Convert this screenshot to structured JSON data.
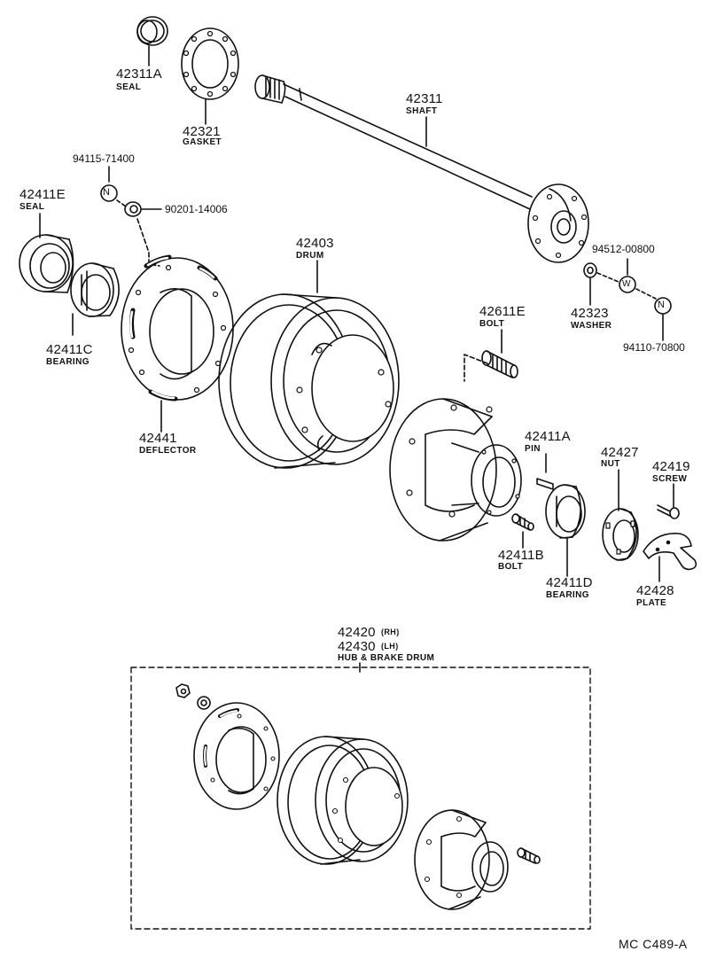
{
  "parts": {
    "seal_42311a": {
      "number": "42311A",
      "name": "SEAL"
    },
    "gasket_42321": {
      "number": "42321",
      "name": "GASKET"
    },
    "shaft_42311": {
      "number": "42311",
      "name": "SHAFT"
    },
    "nut_94115": {
      "number": "94115-71400"
    },
    "washer_90201": {
      "number": "90201-14006"
    },
    "seal_42411e": {
      "number": "42411E",
      "name": "SEAL"
    },
    "drum_42403": {
      "number": "42403",
      "name": "DRUM"
    },
    "washer_94512": {
      "number": "94512-00800"
    },
    "washer_42323": {
      "number": "42323",
      "name": "WASHER"
    },
    "nut_94110": {
      "number": "94110-70800"
    },
    "bolt_42611e": {
      "number": "42611E",
      "name": "BOLT"
    },
    "bearing_42411c": {
      "number": "42411C",
      "name": "BEARING"
    },
    "deflector_42441": {
      "number": "42441",
      "name": "DEFLECTOR"
    },
    "pin_42411a": {
      "number": "42411A",
      "name": "PIN"
    },
    "nut_42427": {
      "number": "42427",
      "name": "NUT"
    },
    "screw_42419": {
      "number": "42419",
      "name": "SCREW"
    },
    "bolt_42411b": {
      "number": "42411B",
      "name": "BOLT"
    },
    "bearing_42411d": {
      "number": "42411D",
      "name": "BEARING"
    },
    "plate_42428": {
      "number": "42428",
      "name": "PLATE"
    }
  },
  "assembly": {
    "number_rh": "42420",
    "suffix_rh": "(RH)",
    "number_lh": "42430",
    "suffix_lh": "(LH)",
    "name": "HUB & BRAKE DRUM"
  },
  "symbols": {
    "nut": "N",
    "washer": "W"
  },
  "footer": "MC  C489-A"
}
